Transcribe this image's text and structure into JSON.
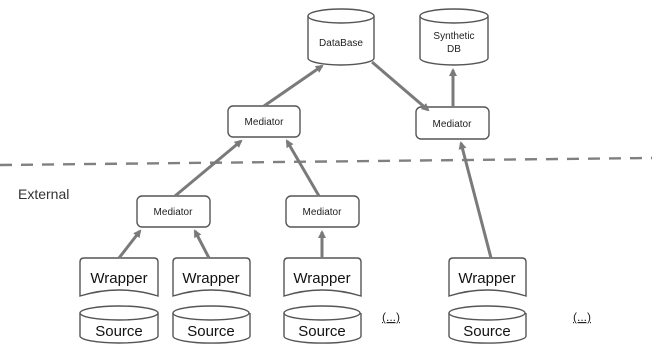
{
  "labels": {
    "database": "DataBase",
    "synthetic_line1": "Synthetic",
    "synthetic_line2": "DB",
    "mediator": "Mediator",
    "wrapper": "Wrapper",
    "source": "Source",
    "external": "External",
    "more": "(...)"
  },
  "colors": {
    "stroke": "#555555",
    "arrow": "#7a7a7a",
    "dashed_line": "#808080"
  }
}
